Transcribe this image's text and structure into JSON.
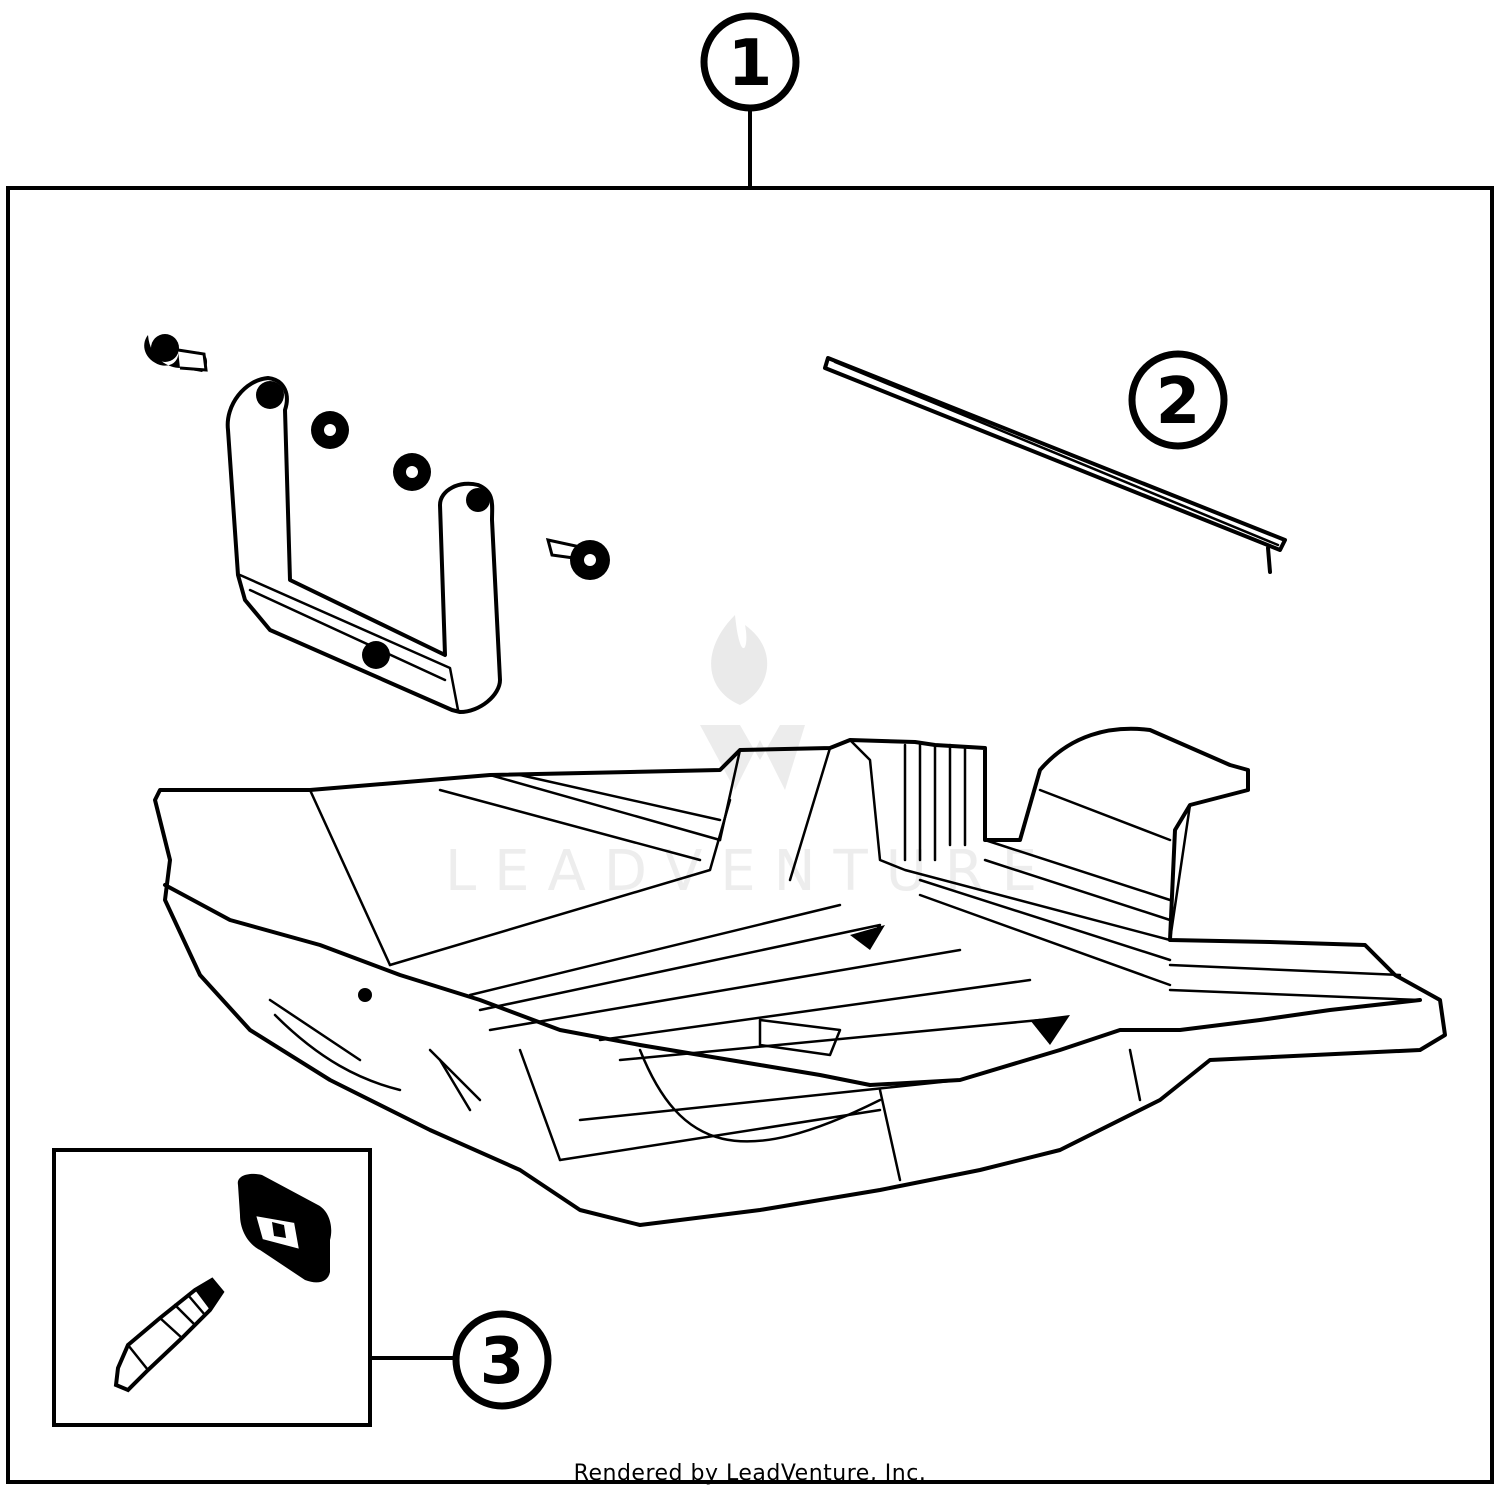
{
  "callouts": [
    {
      "id": "1",
      "label": "1"
    },
    {
      "id": "2",
      "label": "2"
    },
    {
      "id": "3",
      "label": "3"
    }
  ],
  "watermark": {
    "text": "LEADVENTURE",
    "color": "#e6e6e6"
  },
  "credit": "Rendered by LeadVenture, Inc.",
  "colors": {
    "ink": "#000000",
    "paper": "#ffffff"
  }
}
